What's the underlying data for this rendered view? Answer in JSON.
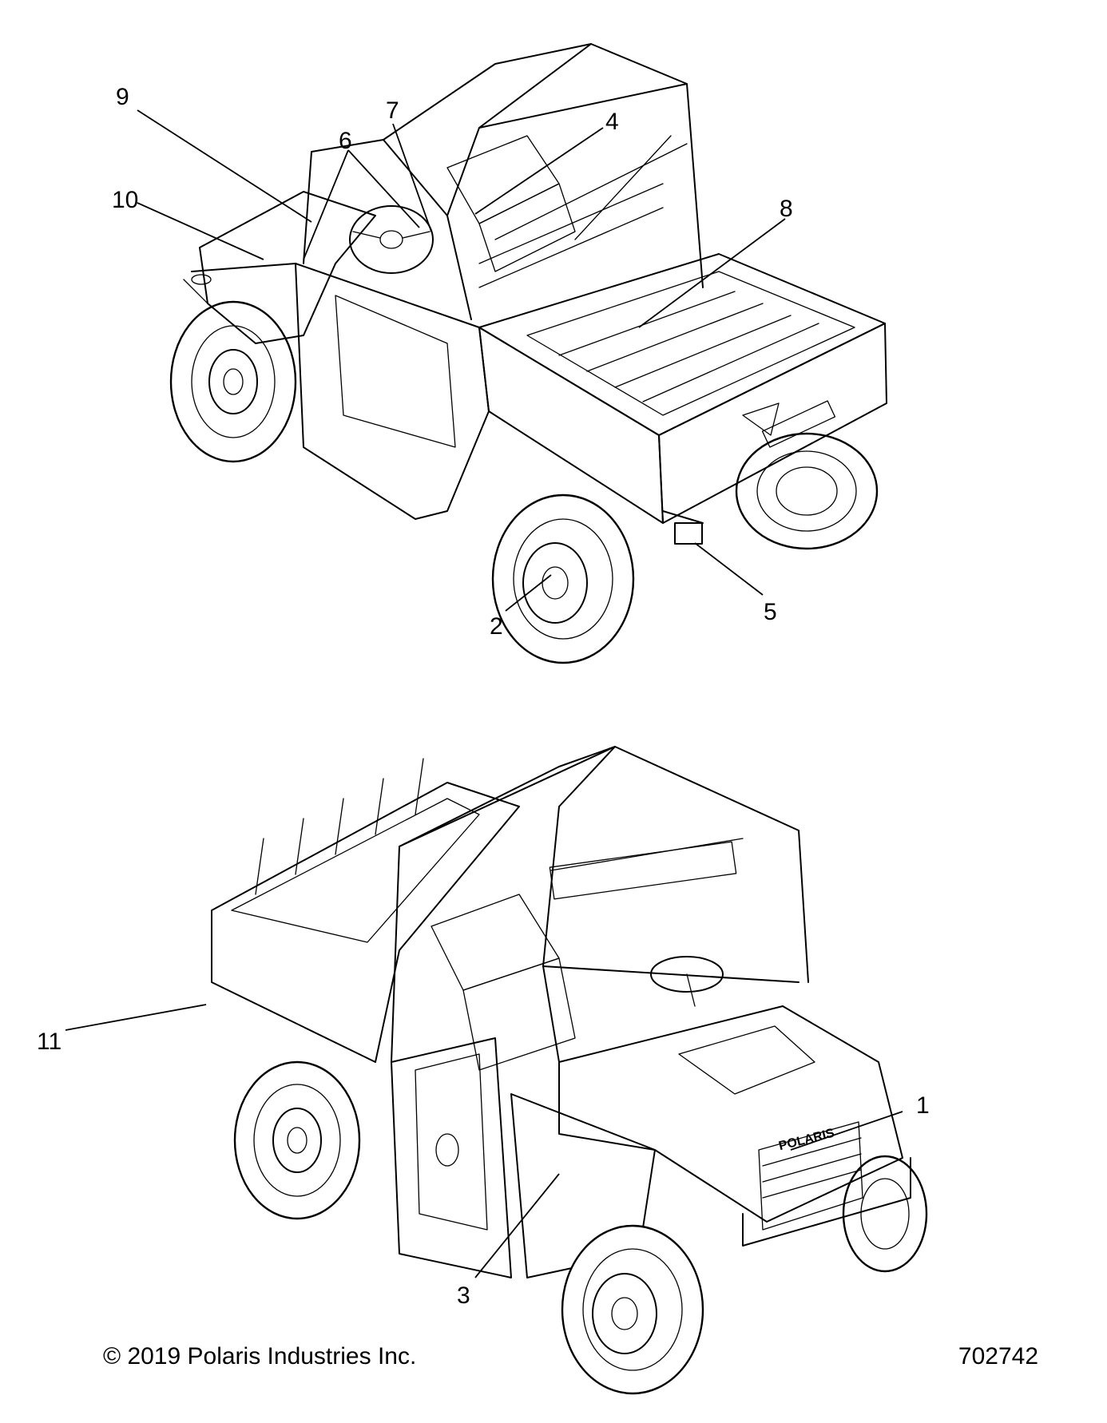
{
  "callouts": [
    {
      "id": "1",
      "label": "1"
    },
    {
      "id": "2",
      "label": "2"
    },
    {
      "id": "3",
      "label": "3"
    },
    {
      "id": "4",
      "label": "4"
    },
    {
      "id": "5",
      "label": "5"
    },
    {
      "id": "6",
      "label": "6"
    },
    {
      "id": "7",
      "label": "7"
    },
    {
      "id": "8",
      "label": "8"
    },
    {
      "id": "9",
      "label": "9"
    },
    {
      "id": "10",
      "label": "10"
    },
    {
      "id": "11",
      "label": "11"
    }
  ],
  "footer": {
    "copyright": "© 2019 Polaris Industries Inc.",
    "drawing_number": "702742"
  },
  "vehicle_badge": {
    "front_brand": "POLARIS"
  }
}
